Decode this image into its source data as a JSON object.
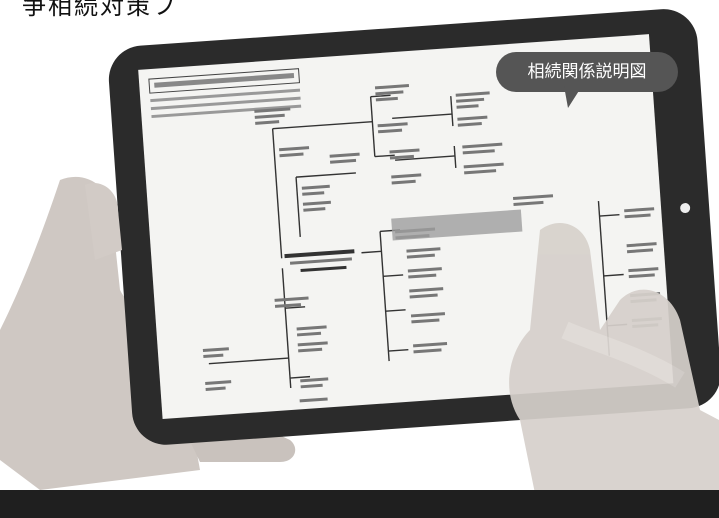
{
  "caption_top": "争相続対策フ",
  "speech_bubble": {
    "text": "相続関係説明図"
  },
  "colors": {
    "tablet_frame": "#2b2b2b",
    "screen": "#f4f4f2",
    "bubble": "#555555",
    "skin": "#c9c2bd",
    "bottom_bar": "#1f1f1f"
  },
  "icons": [
    "tablet-device",
    "home-button-icon",
    "left-hand",
    "right-hand"
  ]
}
